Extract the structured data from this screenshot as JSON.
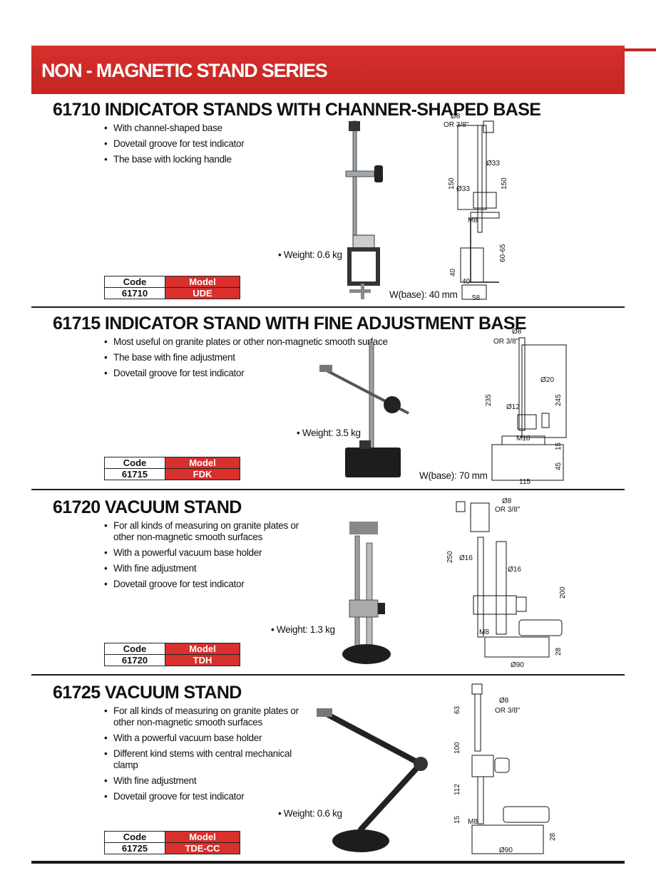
{
  "header": {
    "title": "NON - MAGNETIC STAND SERIES"
  },
  "colors": {
    "accent": "#d7302d",
    "text": "#111111"
  },
  "table_labels": {
    "code": "Code",
    "model": "Model"
  },
  "sections": [
    {
      "title": "61710  INDICATOR STANDS WITH CHANNER-SHAPED BASE",
      "bullets": [
        "With channel-shaped base",
        "Dovetail groove for test indicator",
        "The base with locking handle"
      ],
      "weight": "• Weight: 0.6 kg",
      "wbase": "W(base): 40 mm",
      "code": "61710",
      "model": "UDE",
      "dims": [
        "Ø8",
        "OR 3/8\"",
        "Ø33",
        "150",
        "150",
        "Ø33",
        "M8",
        "40",
        "60-65",
        "40",
        "58"
      ]
    },
    {
      "title": "61715  INDICATOR STAND WITH FINE ADJUSTMENT BASE",
      "bullets": [
        "Most useful on granite plates or other non-magnetic smooth surface",
        "The base with fine adjustment",
        "Dovetail groove for test indicator"
      ],
      "weight": "• Weight: 3.5 kg",
      "wbase": "W(base): 70 mm",
      "code": "61715",
      "model": "FDK",
      "dims": [
        "Ø8",
        "OR 3/8\"",
        "Ø20",
        "235",
        "245",
        "Ø12",
        "M10",
        "15",
        "45",
        "115"
      ]
    },
    {
      "title": "61720  VACUUM STAND",
      "bullets": [
        "For all kinds of measuring on granite plates or other non-magnetic smooth surfaces",
        "With a powerful vacuum base holder",
        "With fine adjustment",
        "Dovetail groove for test indicator"
      ],
      "weight": "• Weight: 1.3 kg",
      "code": "61720",
      "model": "TDH",
      "dims": [
        "Ø8",
        "OR 3/8\"",
        "250",
        "Ø16",
        "Ø16",
        "200",
        "M8",
        "28",
        "Ø90"
      ]
    },
    {
      "title": "61725  VACUUM STAND",
      "bullets": [
        "For all kinds of measuring on granite plates or other non-magnetic smooth surfaces",
        "With a powerful vacuum base holder",
        "Different kind stems with central mechanical clamp",
        "With fine adjustment",
        "Dovetail groove for test indicator"
      ],
      "weight": "• Weight: 0.6 kg",
      "code": "61725",
      "model": "TDE-CC",
      "dims": [
        "Ø8",
        "OR 3/8\"",
        "63",
        "100",
        "112",
        "15",
        "M8",
        "28",
        "Ø90"
      ]
    }
  ]
}
